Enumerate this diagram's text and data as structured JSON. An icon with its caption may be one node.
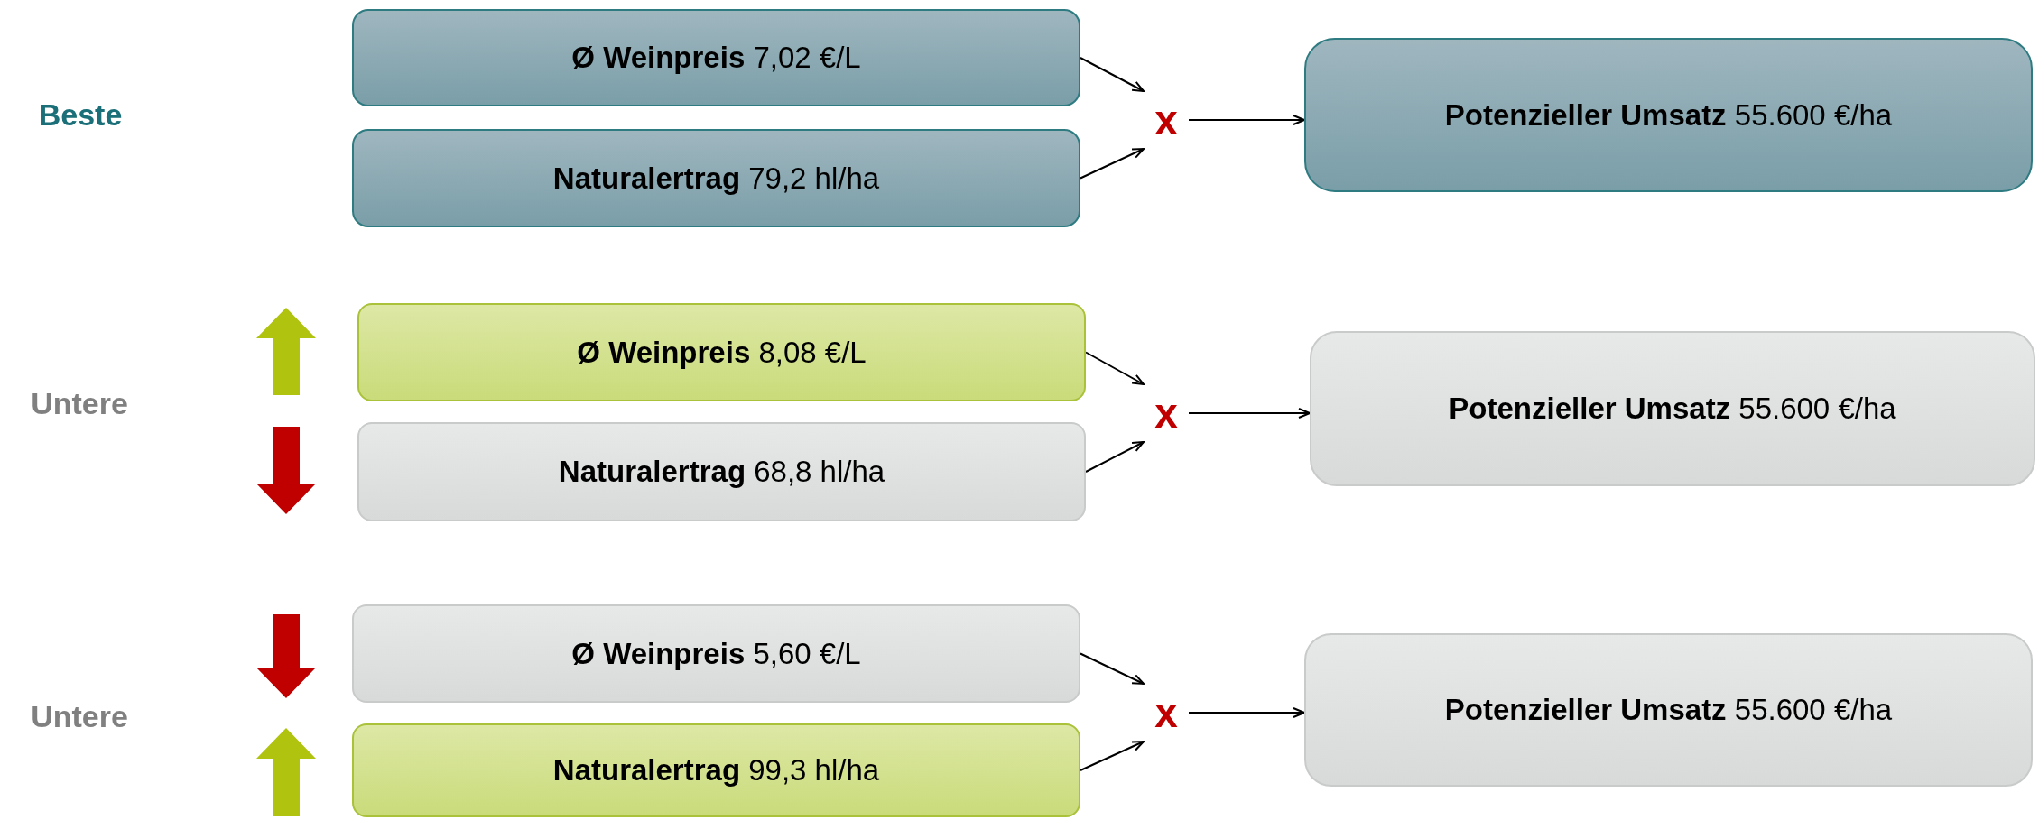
{
  "diagram": {
    "nodes": [
      {
        "text": [
          "**Ø Weinpreis** 7,02 €/L"
        ]
      },
      {
        "text": [
          "**Naturalertrag** 79,2 hl/ha"
        ]
      },
      {
        "text": [
          "x"
        ]
      },
      {
        "text": [
          "**Potenzieller Umsatz** 55.600 €/ha"
        ]
      },
      {
        "text": [
          "**Ø Weinpreis** 8,08 €/L"
        ]
      },
      {
        "text": [
          "**Naturalertrag** 68,8 hl/ha"
        ]
      },
      {
        "text": [
          "x"
        ]
      },
      {
        "text": [
          "**Potenzieller Umsatz** 55.600 €/ha"
        ]
      },
      {
        "text": [
          "**Ø Weinpreis** 5,60 €/L"
        ]
      },
      {
        "text": [
          "**Naturalertrag** 99,3 hl/ha"
        ]
      },
      {
        "text": [
          "x"
        ]
      },
      {
        "text": [
          "**Potenzieller Umsatz** 55.600 €/ha"
        ]
      }
    ],
    "edges": [
      {
        "from": 0,
        "to": 2,
        "arrow": "to"
      },
      {
        "from": 1,
        "to": 2,
        "arrow": "to"
      },
      {
        "from": 2,
        "to": 3,
        "arrow": "to"
      },
      {
        "from": 4,
        "to": 6,
        "arrow": "to"
      },
      {
        "from": 5,
        "to": 6,
        "arrow": "to"
      },
      {
        "from": 6,
        "to": 7,
        "arrow": "to"
      },
      {
        "from": 8,
        "to": 10,
        "arrow": "to"
      },
      {
        "from": 9,
        "to": 10,
        "arrow": "to"
      },
      {
        "from": 10,
        "to": 11,
        "arrow": "to"
      }
    ],
    "labels": [
      "Beste",
      "Untere",
      "Untere"
    ]
  }
}
